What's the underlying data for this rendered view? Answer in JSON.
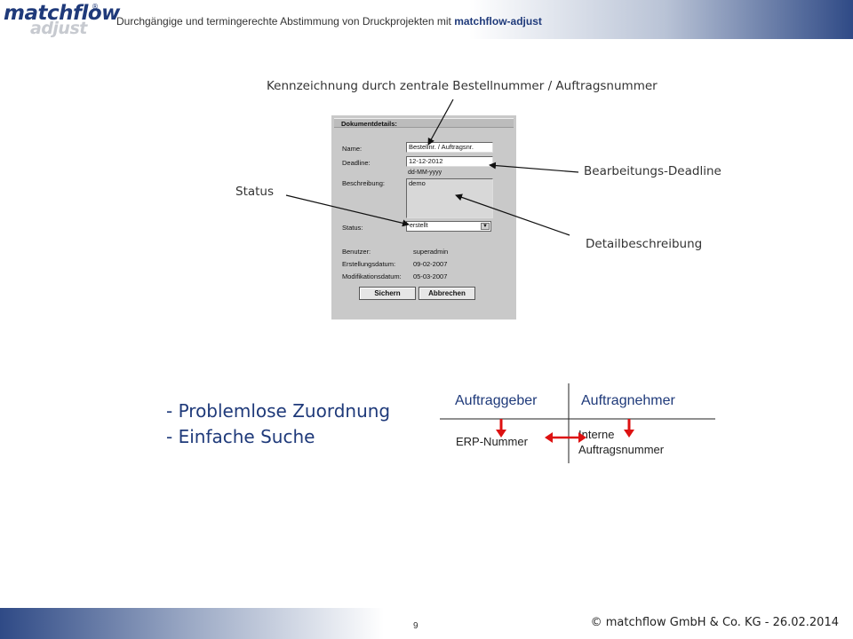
{
  "header": {
    "logo_top": "matchflow",
    "logo_reg": "®",
    "logo_bottom": "adjust",
    "subtitle": "Durchgängige und termingerechte Abstimmung von Druckprojekten mit ",
    "subtitle_brand": "matchflow-adjust"
  },
  "annotations": {
    "kennzeichnung": "Kennzeichnung durch zentrale Bestellnummer / Auftragsnummer",
    "deadline": "Bearbeitungs-Deadline",
    "status": "Status",
    "beschreibung": "Detailbeschreibung"
  },
  "dialog": {
    "title": "Dokumentdetails:",
    "name_label": "Name:",
    "name_value": "Bestellnr. / Auftragsnr.",
    "deadline_label": "Deadline:",
    "deadline_value": "12-12-2012",
    "deadline_hint": "dd-MM-yyyy",
    "beschreibung_label": "Beschreibung:",
    "beschreibung_value": "demo",
    "status_label": "Status:",
    "status_value": "erstellt",
    "benutzer_label": "Benutzer:",
    "benutzer_value": "superadmin",
    "erstellung_label": "Erstellungsdatum:",
    "erstellung_value": "09-02-2007",
    "modifikation_label": "Modifikationsdatum:",
    "modifikation_value": "05-03-2007",
    "save_label": "Sichern",
    "cancel_label": "Abbrechen"
  },
  "bullets": [
    "- Problemlose Zuordnung",
    "- Einfache Suche"
  ],
  "mapping": {
    "left_header": "Auftraggeber",
    "right_header": "Auftragnehmer",
    "left_value": "ERP-Nummer",
    "right_value_line1": "Interne",
    "right_value_line2": "Auftragsnummer"
  },
  "footer": {
    "page": "9",
    "copyright": "© matchflow GmbH & Co. KG - 26.02.2014"
  },
  "colors": {
    "brand_blue": "#1f3a7a",
    "arrow_red": "#dd1111"
  }
}
